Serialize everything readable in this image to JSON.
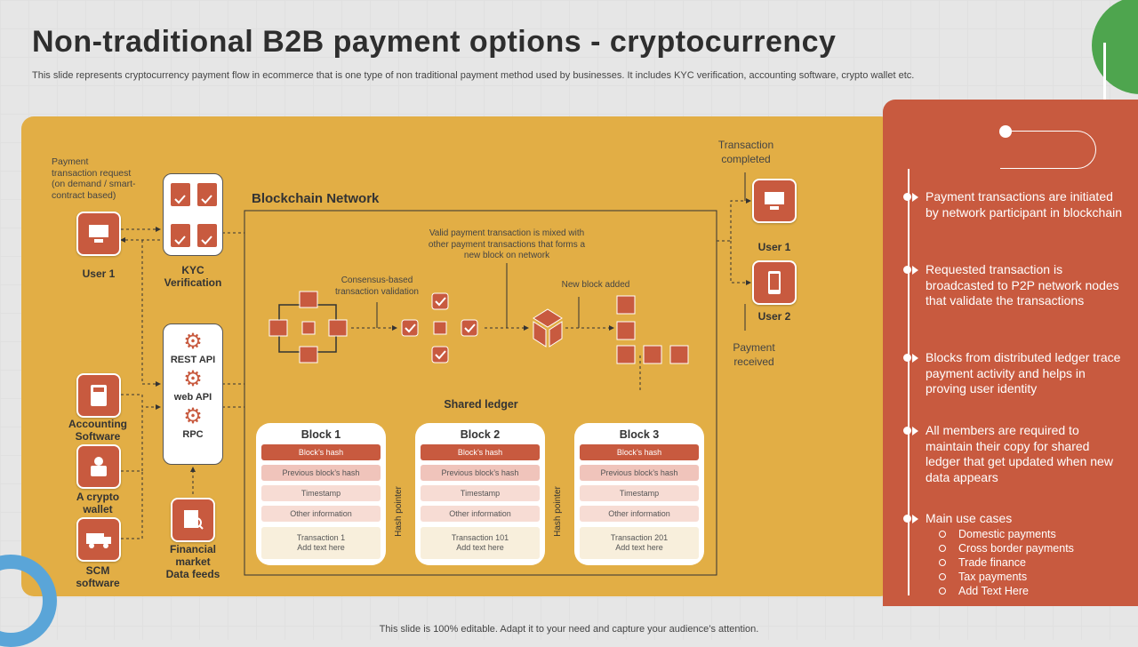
{
  "title": "Non-traditional B2B payment options - cryptocurrency",
  "subtitle": "This slide represents cryptocurrency payment flow in ecommerce that is one type of non traditional payment method used by businesses. It includes KYC verification, accounting software, crypto wallet etc.",
  "footer": "This slide is 100% editable. Adapt it to your need and capture your audience’s attention.",
  "colors": {
    "red": "#c85a3f",
    "yellow": "#e2ae45",
    "green": "#4ea54e",
    "blue": "#5aa5d8"
  },
  "left": {
    "payment_request": [
      "Payment",
      "transaction request",
      "(on demand / smart-",
      "contract based)"
    ],
    "user1": "User 1",
    "kyc": [
      "KYC",
      "Verification"
    ],
    "accounting": [
      "Accounting",
      "Software"
    ],
    "crypto_wallet": [
      "A crypto",
      "wallet"
    ],
    "scm": [
      "SCM",
      "software"
    ],
    "financial": [
      "Financial",
      "market",
      "Data feeds"
    ],
    "apis": [
      "REST API",
      "web API",
      "RPC"
    ]
  },
  "network": {
    "title": "Blockchain Network",
    "valid_note": [
      "Valid payment transaction is mixed with",
      "other payment transactions that forms a",
      "new block on network"
    ],
    "consensus": [
      "Consensus-based",
      "transaction validation"
    ],
    "new_block": "New block added",
    "shared_ledger": "Shared ledger",
    "hash_pointer": "Hash pointer"
  },
  "blocks": [
    {
      "title": "Block 1",
      "hash": "Block’s hash",
      "prev": "Previous block’s hash",
      "ts": "Timestamp",
      "other": "Other information",
      "tx": "Transaction 1",
      "add": "Add text here"
    },
    {
      "title": "Block 2",
      "hash": "Block’s hash",
      "prev": "Previous block’s hash",
      "ts": "Timestamp",
      "other": "Other information",
      "tx": "Transaction 101",
      "add": "Add text here"
    },
    {
      "title": "Block 3",
      "hash": "Block’s hash",
      "prev": "Previous block’s hash",
      "ts": "Timestamp",
      "other": "Other information",
      "tx": "Transaction 201",
      "add": "Add text here"
    }
  ],
  "right_side": {
    "completed": [
      "Transaction",
      "completed"
    ],
    "user1": "User 1",
    "user2": "User 2",
    "received": [
      "Payment",
      "received"
    ]
  },
  "bullets": [
    "Payment transactions are initiated by network participant in blockchain",
    "Requested transaction is broadcasted to P2P network nodes that validate the transactions",
    "Blocks from distributed ledger trace payment activity and helps in proving user identity",
    "All members are required to maintain their copy for shared ledger that get updated when new data appears",
    "Main use cases"
  ],
  "use_cases": [
    "Domestic payments",
    "Cross border payments",
    "Trade finance",
    "Tax payments",
    "Add Text Here"
  ]
}
